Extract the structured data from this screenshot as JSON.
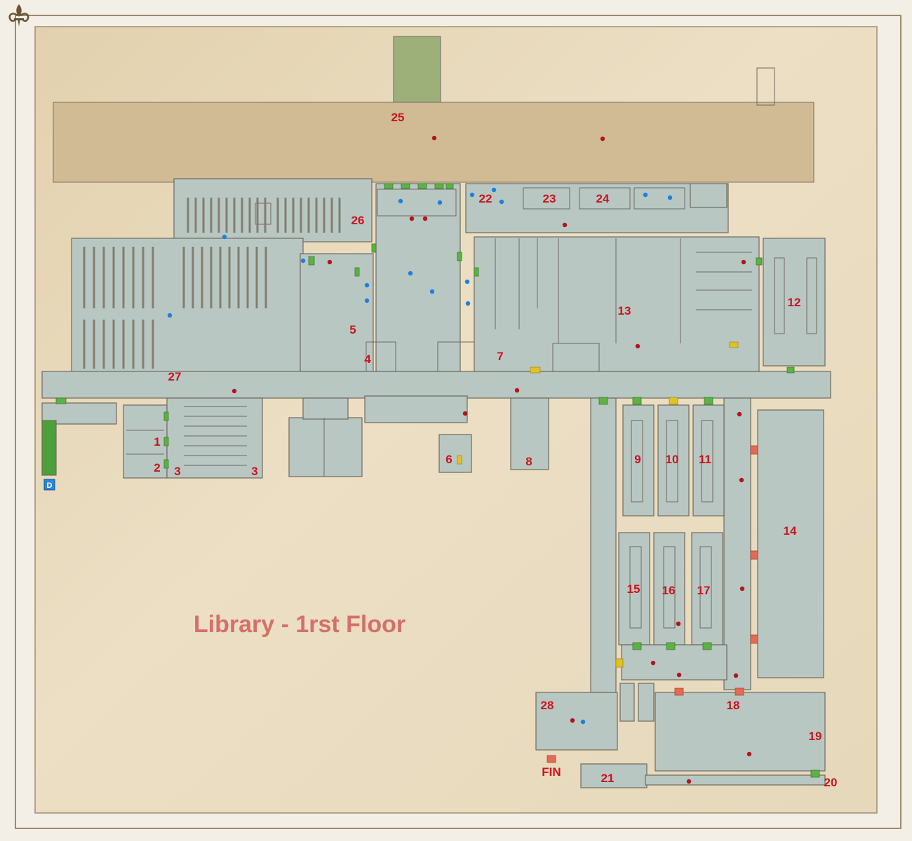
{
  "map": {
    "title": "Library - 1rst Floor",
    "start_marker": "D",
    "finish_label": "FIN",
    "rooms": [
      "1",
      "2",
      "3",
      "3",
      "4",
      "5",
      "6",
      "7",
      "8",
      "9",
      "10",
      "11",
      "12",
      "13",
      "14",
      "15",
      "16",
      "17",
      "18",
      "19",
      "20",
      "21",
      "22",
      "23",
      "24",
      "25",
      "26",
      "27",
      "28"
    ],
    "colors": {
      "parchment": "#e8dcc0",
      "floor": "#b9c7c3",
      "wall": "#6f6a60",
      "courtyard": "#d1bb94",
      "label": "#c8151d",
      "title": "#d4706a",
      "item_red": "#b5141a",
      "item_blue": "#1f7fe0",
      "door_green": "#5cb245",
      "door_yellow": "#e1c12a",
      "door_red": "#e36a54",
      "start_blue": "#2a86d8"
    },
    "icons": [
      "fleur-de-lis-icon"
    ]
  }
}
